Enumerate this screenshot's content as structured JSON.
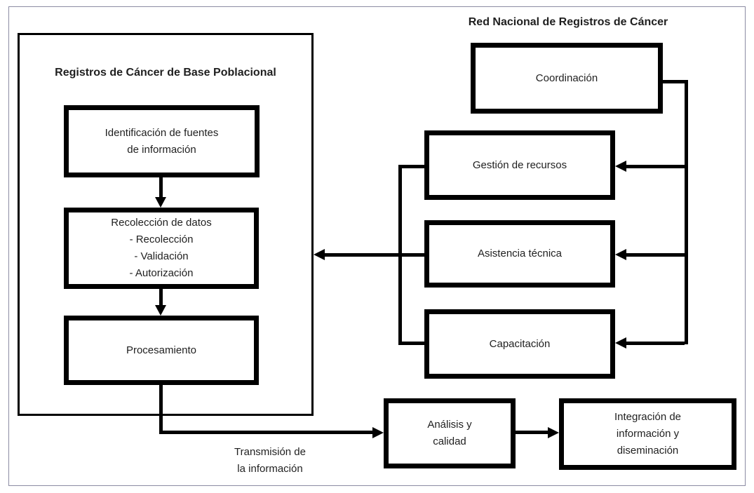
{
  "diagram": {
    "left_group": {
      "title": "Registros de Cáncer de Base Poblacional"
    },
    "right_group": {
      "title": "Red Nacional de Registros de Cáncer"
    },
    "nodes": {
      "identificacion": "Identificación de fuentes\nde información",
      "recoleccion": "Recolección de datos\n- Recolección\n- Validación\n- Autorización",
      "procesamiento": "Procesamiento",
      "coordinacion": "Coordinación",
      "gestion": "Gestión de recursos",
      "asistencia": "Asistencia técnica",
      "capacitacion": "Capacitación",
      "analisis": "Análisis y\ncalidad",
      "integracion": "Integración de\ninformación y\ndiseminación"
    },
    "labels": {
      "transmision": "Transmisión de\nla información"
    },
    "edges": [
      {
        "from": "identificacion",
        "to": "recoleccion"
      },
      {
        "from": "recoleccion",
        "to": "procesamiento"
      },
      {
        "from": "procesamiento",
        "to": "analisis",
        "label": "Transmisión de la información"
      },
      {
        "from": "analisis",
        "to": "integracion"
      },
      {
        "from": "coordinacion",
        "to": "gestion"
      },
      {
        "from": "coordinacion",
        "to": "asistencia"
      },
      {
        "from": "coordinacion",
        "to": "capacitacion"
      },
      {
        "from": "gestion",
        "to": "registros-container"
      },
      {
        "from": "asistencia",
        "to": "registros-container"
      },
      {
        "from": "capacitacion",
        "to": "registros-container"
      }
    ],
    "colors": {
      "line": "#000000",
      "text": "#1f1f1f",
      "frame": "#8b8ba3",
      "background": "#ffffff"
    }
  }
}
